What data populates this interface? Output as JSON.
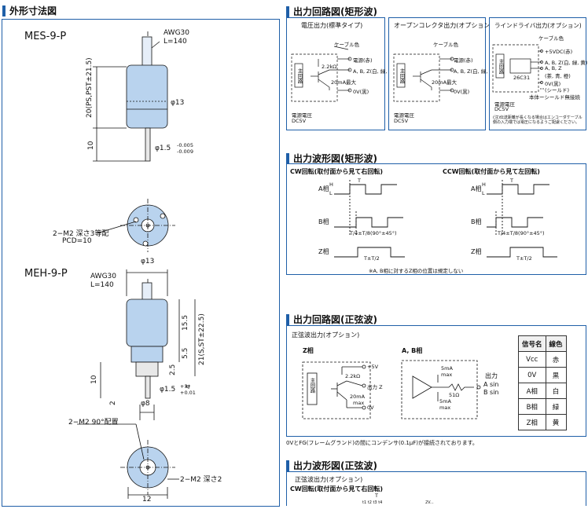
{
  "left": {
    "title": "外形寸法図",
    "mes": {
      "model": "MES-9-P",
      "cable_awg": "AWG30",
      "cable_len": "L=140",
      "dia_body": "φ13",
      "dim_body": "20(PS,PST±21.5)",
      "dim_shaft_len": "10",
      "shaft_dia": "φ1.5",
      "shaft_tol_up": "-0.005",
      "shaft_tol_low": "-0.009",
      "holes": "2−M2  深さ3等配",
      "pcd": "PCD=10"
    },
    "meh": {
      "model": "MEH-9-P",
      "cable_awg": "AWG30",
      "cable_len": "L=140",
      "dia_top": "φ13",
      "dim_155": "15.5",
      "dim_21": "21(S,ST±22.5)",
      "dim_55": "5.5",
      "dim_25": "2.5",
      "dim_4": "4",
      "dim_10": "10",
      "dim_2": "2",
      "shaft_dia": "φ1.5",
      "shaft_tol_up": "+3",
      "shaft_tol_low": "+0.01",
      "dia_8": "φ8",
      "holes_a": "2−M2  90°配置",
      "holes_b": "2−M2  深さ2",
      "width_12": "12"
    }
  },
  "right": {
    "rect_circuit": {
      "title": "出力回路図(矩形波)",
      "boxes": [
        {
          "title": "電圧出力(標準タイプ)",
          "cable": "ケーブル色",
          "l1": "電源(赤)",
          "l2": "A, B, Z(白, 緑, 黄)",
          "l3": "20mA最大",
          "l4": "0V(黒)",
          "res": "2.2kΩ",
          "main": "主回路",
          "v1": "電源電圧",
          "v2": "DC5V"
        },
        {
          "title": "オープンコレクタ出力(オプション)",
          "cable": "ケーブル色",
          "l1": "電源(赤)",
          "l2": "A, B, Z(白, 緑, 黄)",
          "l3": "20mA最大",
          "l4": "0V(黒)",
          "main": "主回路",
          "v1": "電源電圧",
          "v2": "DC5V"
        },
        {
          "title": "ラインドライバ出力(オプション)",
          "cable": "ケーブル色",
          "l1": "+5VDC(赤)",
          "l2": "A, B, Z(白, 緑, 黄)",
          "l3": "A, B, Z",
          "l4": "(茶, 青, 橙)",
          "l5": "0V(黒)",
          "l6": "(シールド)",
          "l7": "本体ーシールド無接続",
          "ic": "26C31",
          "main": "主回路",
          "v1": "電源電圧",
          "v2": "DC5V",
          "note": "(注)伝送距離が長くなる場合はエンコーダケーブル側の入力端では電圧になるようご配慮ください。"
        }
      ]
    },
    "rect_wave": {
      "title": "出力波形図(矩形波)",
      "cw": "CW回転(取付面から見て右回転)",
      "ccw": "CCW回転(取付面から見て左回転)",
      "a": "A相",
      "b": "B相",
      "z": "Z相",
      "h": "H",
      "l": "L",
      "t": "T",
      "phase": "T/4±T/8(90°±45°)",
      "zt": "T±T/2",
      "note": "※A, B相に対するZ相の位置は規定しない"
    },
    "sine_circuit": {
      "title": "出力回路図(正弦波)",
      "sub": "正弦波出力(オプション)",
      "z_label": "Z相",
      "ab_label": "A, B相",
      "v5": "+5V",
      "res": "2.2kΩ",
      "outz": "出力 Z",
      "ma": "20mA",
      "max": "max",
      "zero": "0V",
      "main": "主回路",
      "ma5a": "5mA",
      "max_a": "max",
      "r51": "51Ω",
      "ma5b": "5mA",
      "max_b": "max",
      "out": "出力",
      "asin": "A sin",
      "bsin": "B sin",
      "table_h": [
        "信号名",
        "線色"
      ],
      "table": [
        [
          "Vcc",
          "赤"
        ],
        [
          "0V",
          "黒"
        ],
        [
          "A相",
          "白"
        ],
        [
          "B相",
          "緑"
        ],
        [
          "Z相",
          "黄"
        ]
      ],
      "footnote": "0VとFG(フレームグランド)の間にコンデンサ(0.1μF)が接続されております。"
    },
    "sine_wave": {
      "title": "出力波形図(正弦波)",
      "sub": "正弦波出力(オプション)",
      "cw": "CW回転(取付面から見て右回転)",
      "t": "T",
      "marks": "t1 t2 t3 t4",
      "hint": "2V..."
    }
  },
  "colors": {
    "accent": "#1f5fa8",
    "body": "#b9d3ee"
  }
}
